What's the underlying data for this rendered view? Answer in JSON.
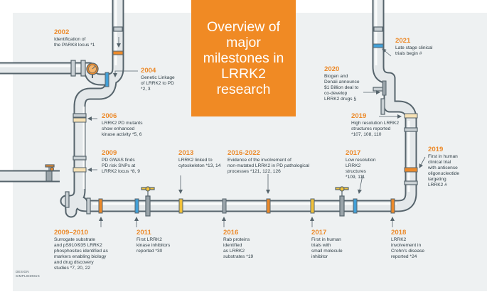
{
  "title": "Overview of major milestones in LRRK2 research",
  "credit": [
    "DESIGN",
    "SIMPLIEDMUS"
  ],
  "colors": {
    "accent": "#ec8a2a",
    "title_bg": "#f08a24",
    "pipe_fill": "#e4e8ea",
    "pipe_stroke": "#56646c",
    "background": "#eef1f2"
  },
  "milestones": [
    {
      "year": "2002",
      "text": "Identification of\nthe PARK8 locus *1"
    },
    {
      "year": "2004",
      "text": "Genetic Linkage\nof LRRK2 to PD\n*2, 3"
    },
    {
      "year": "2006",
      "text": "LRRK2 PD mutants\nshow enhanced\nkinase activity *5, 6"
    },
    {
      "year": "2009",
      "text": "PD GWAS finds\nPD risk SNPs at\nLRRK2 locus *8, 9"
    },
    {
      "year": "2013",
      "text": "LRRK2 linked to\ncytoskeleton *13, 14"
    },
    {
      "year": "2016-2022",
      "text": "Evidence of the involvement of\nnon-mutated LRRK2 in PD pathological\nprocesses *121, 122, 126"
    },
    {
      "year": "2017",
      "text": "Low resolution\nLRRK2\nstructures\n*109, 111"
    },
    {
      "year": "2019",
      "text": "High resolution LRRK2\nstructures reported\n*107, 108, 110"
    },
    {
      "year": "2020",
      "text": "Biogen and\nDenali announce\n$1 Billion deal to\nco-develop\nLRRK2 drugs §"
    },
    {
      "year": "2021",
      "text": "Late stage clinical\ntrials begin #"
    },
    {
      "year": "2019",
      "text": "First in human\nclinical trial\nwith antisense\noligonucleotide\ntargeting\nLRRK2 #"
    },
    {
      "year": "2009–2010",
      "text": "Surrogate substrate\nand pS910/935 LRRK2\nphosphosites identified as\nmarkers enabling biology\nand drug discovery\nstudies *7, 20, 22"
    },
    {
      "year": "2011",
      "text": "First LRRK2\nkinase inhibitors\nreported *30"
    },
    {
      "year": "2016",
      "text": "Rab proteins\nidentified\nas LRRK2\nsubstrates *19"
    },
    {
      "year": "2017",
      "text": "First in human\ntrials with\nsmall molecule\ninhibitor"
    },
    {
      "year": "2018",
      "text": "LRRK2\ninvolvement in\nCrohn's disease\nreported *24"
    }
  ]
}
